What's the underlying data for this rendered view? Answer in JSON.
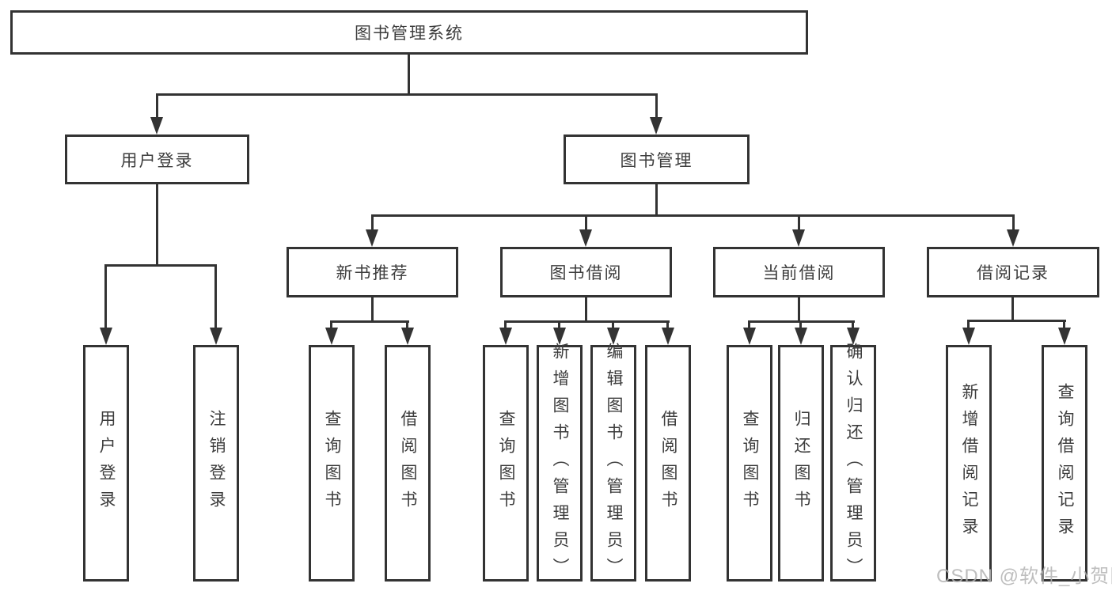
{
  "root": {
    "label": "图书管理系统"
  },
  "level2": {
    "user_login": {
      "label": "用户登录"
    },
    "book_management": {
      "label": "图书管理"
    }
  },
  "level3": {
    "new_book_recommend": {
      "label": "新书推荐"
    },
    "book_borrowing": {
      "label": "图书借阅"
    },
    "current_borrowing": {
      "label": "当前借阅"
    },
    "borrowing_records": {
      "label": "借阅记录"
    }
  },
  "leaves": {
    "user_login": [
      "用户登录",
      "注销登录"
    ],
    "new_book_recommend": [
      "查询图书",
      "借阅图书"
    ],
    "book_borrowing": [
      "查询图书",
      "新增图书（管理员）",
      "编辑图书（管理员）",
      "借阅图书"
    ],
    "current_borrowing": [
      "查询图书",
      "归还图书",
      "确认归还（管理员）"
    ],
    "borrowing_records": [
      "新增借阅记录",
      "查询借阅记录"
    ]
  },
  "watermark": "CSDN @软件_小贺同学",
  "colors": {
    "line": "#333333",
    "text": "#3d3d3d",
    "watermark": "#b3b3b3",
    "background": "#ffffff"
  }
}
